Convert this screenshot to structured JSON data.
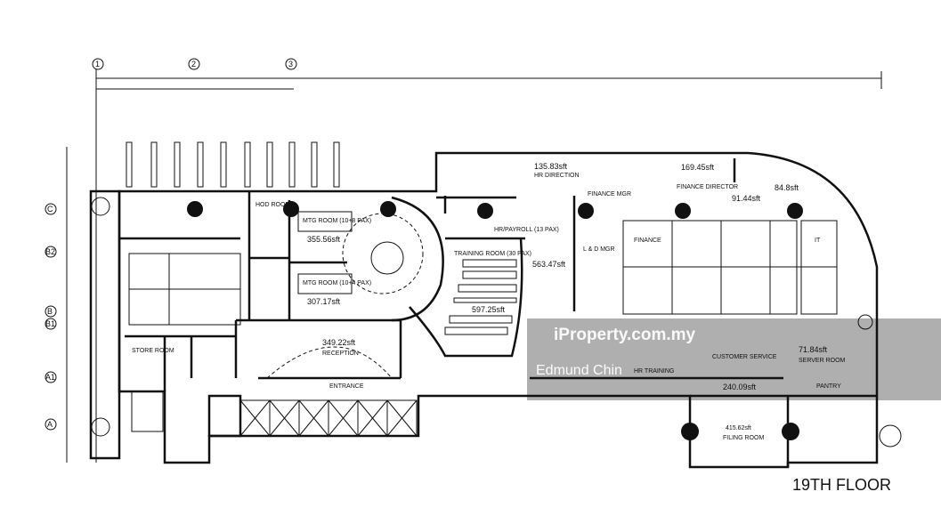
{
  "grid_markers": {
    "columns": [
      "1",
      "2",
      "3"
    ],
    "rows": [
      "C",
      "B2",
      "B",
      "B1",
      "A1",
      "A"
    ]
  },
  "rooms": {
    "hod_room": "HOD ROOM",
    "mtg_room_1": "MTG ROOM (10+8 PAX)",
    "mtg_room_1_area": "355.56sft",
    "mtg_room_2": "MTG ROOM (10+4 PAX)",
    "mtg_room_2_area": "307.17sft",
    "reception_area": "349.22sft",
    "reception": "RECEPTION",
    "entrance": "ENTRANCE",
    "store_room": "STORE ROOM",
    "training_room": "TRAINING ROOM (30 PAX)",
    "training_room_area": "597.25sft",
    "hr_direction_area": "135.83sft",
    "hr_direction": "HR DIRECTION",
    "hr_payroll": "HR/PAYROLL (13 PAX)",
    "hr_payroll_area": "563.47sft",
    "finance_director_area": "169.45sft",
    "finance_director": "FINANCE DIRECTOR",
    "it_mgr_area": "91.44sft",
    "small_office_area": "84.8sft",
    "corridor_area": "240.09sft",
    "server_room_area": "71.84sft",
    "server_room": "SERVER ROOM",
    "pantry": "PANTRY",
    "filing_room_area": "415.62sft",
    "filing_room": "FILING ROOM",
    "hr_training": "HR TRAINING",
    "customer_service": "CUSTOMER SERVICE",
    "finance_mgr": "FINANCE MGR",
    "ld_mgr": "L & D MGR",
    "finance": "FINANCE",
    "it": "IT"
  },
  "floor_title": "19TH FLOOR",
  "watermark": {
    "brand": "iProperty.com.my",
    "agent": "Edmund Chin"
  }
}
